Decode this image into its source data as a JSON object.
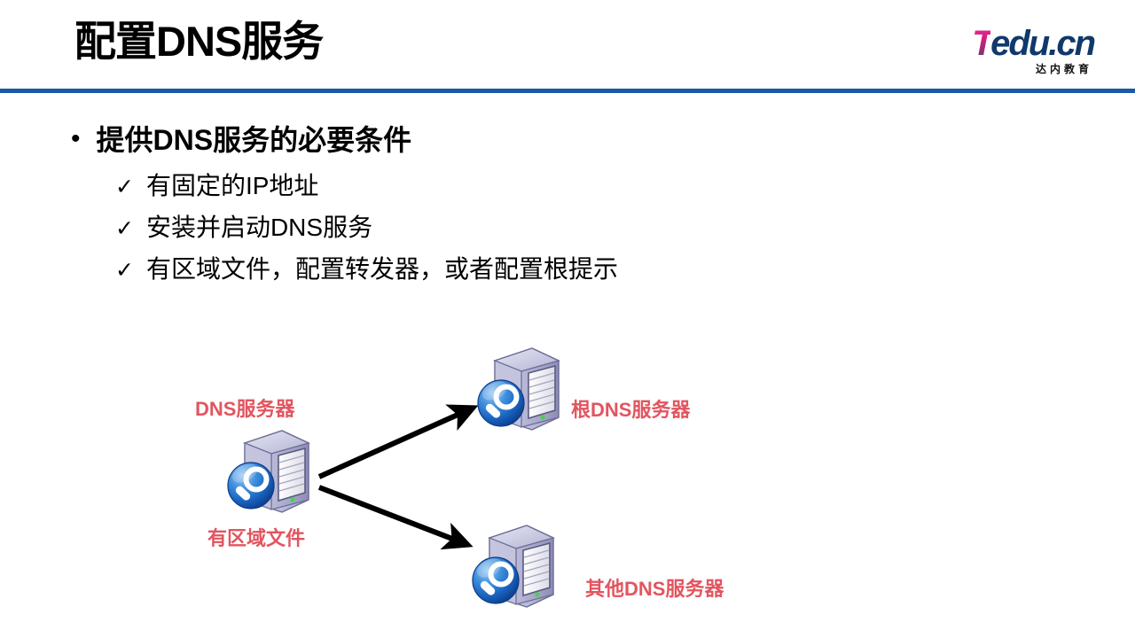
{
  "slide": {
    "title": "配置DNS服务",
    "accent_line_color": "#1a5aa8",
    "background_color": "#ffffff"
  },
  "logo": {
    "first_letter": "T",
    "word_rest": "edu.cn",
    "subtitle": "达内教育",
    "letter_color": "#d71f7f",
    "word_color": "#10396b"
  },
  "content": {
    "bullet_marker": "•",
    "heading": "提供DNS服务的必要条件",
    "check_marker": "✓",
    "sub_items": [
      "有固定的IP地址",
      "安装并启动DNS服务",
      "有区域文件，配置转发器，或者配置根提示"
    ]
  },
  "diagram": {
    "label_color": "#e2555f",
    "arrow_color": "#000000",
    "nodes": [
      {
        "id": "dns-server",
        "label_above": "DNS服务器",
        "label_below": "有区域文件"
      },
      {
        "id": "root-dns-server",
        "label_right": "根DNS服务器"
      },
      {
        "id": "other-dns-server",
        "label_right": "其他DNS服务器"
      }
    ],
    "connections": [
      {
        "from": "dns-server",
        "to": "root-dns-server"
      },
      {
        "from": "dns-server",
        "to": "other-dns-server"
      }
    ]
  }
}
